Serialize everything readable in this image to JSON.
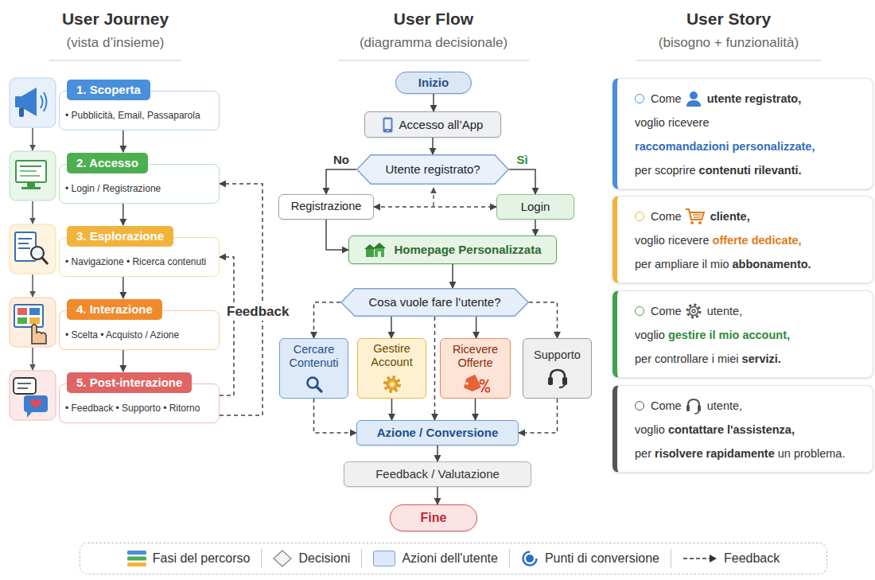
{
  "diagram": {
    "nodes": [
      {
        "text": [
          "1. Scoperta",
          "• Pubblicità, Email, Passaparola"
        ]
      },
      {
        "text": [
          "2. Accesso",
          "• Login / Registrazione"
        ]
      },
      {
        "text": [
          "3. Esplorazione",
          "• Navigazione • Ricerca contenuti"
        ]
      },
      {
        "text": [
          "4. Interazione",
          "• Scelta • Acquisto / Azione"
        ]
      },
      {
        "text": [
          "5. Post-interazione",
          "• Feedback • Supporto • Ritorno"
        ]
      },
      {
        "text": [
          "Inizio"
        ]
      },
      {
        "text": [
          "Accesso all’App"
        ]
      },
      {
        "text": [
          "Utente registrato?"
        ]
      },
      {
        "text": [
          "Registrazione"
        ]
      },
      {
        "text": [
          "Login"
        ]
      },
      {
        "text": [
          "Homepage Personalizzata"
        ]
      },
      {
        "text": [
          "Cosa vuole fare l’utente?"
        ]
      },
      {
        "text": [
          "Cercare Contenuti"
        ]
      },
      {
        "text": [
          "Gestire Account"
        ]
      },
      {
        "text": [
          "Ricevere Offerte"
        ]
      },
      {
        "text": [
          "Supporto"
        ]
      },
      {
        "text": [
          "Azione / Conversione"
        ]
      },
      {
        "text": [
          "Feedback / Valutazione"
        ]
      },
      {
        "text": [
          "Fine"
        ]
      },
      {
        "text": [
          "Come",
          "utente registrato,",
          "voglio ricevere",
          "raccomandazioni personalizzate,",
          "per scoprire",
          "contenuti rilevanti."
        ]
      },
      {
        "text": [
          "Come",
          "cliente,",
          "voglio ricevere",
          "offerte dedicate,",
          "per ampliare il mio",
          "abbonamento."
        ]
      },
      {
        "text": [
          "Come",
          "utente,",
          "voglio",
          "gestire il mio account,",
          "per controllare i miei",
          "servizi."
        ]
      },
      {
        "text": [
          "Come",
          "utente,",
          "voglio",
          "contattare l'assistenza,",
          "per",
          "risolvere rapidamente",
          "un problema."
        ]
      }
    ],
    "edges": [
      {
        "from": 0,
        "to": 1,
        "arrow": "to"
      },
      {
        "from": 1,
        "to": 2,
        "arrow": "to"
      },
      {
        "from": 2,
        "to": 3,
        "arrow": "to"
      },
      {
        "from": 3,
        "to": 4,
        "arrow": "to"
      },
      {
        "from": 4,
        "to": 2,
        "arrow": "to"
      },
      {
        "from": 4,
        "to": 1,
        "arrow": "to"
      },
      {
        "from": 5,
        "to": 6,
        "arrow": "to"
      },
      {
        "from": 6,
        "to": 7,
        "arrow": "to"
      },
      {
        "from": 7,
        "to": 8,
        "label": "No",
        "arrow": "to"
      },
      {
        "from": 7,
        "to": 9,
        "label": "Sì",
        "arrow": "to"
      },
      {
        "from": 8,
        "to": 9,
        "arrow": "both"
      },
      {
        "from": 8,
        "to": 10,
        "arrow": "to"
      },
      {
        "from": 9,
        "to": 10,
        "arrow": "to"
      },
      {
        "from": 10,
        "to": 11,
        "arrow": "to"
      },
      {
        "from": 11,
        "to": 12,
        "arrow": "to"
      },
      {
        "from": 11,
        "to": 13,
        "arrow": "to"
      },
      {
        "from": 11,
        "to": 14,
        "arrow": "to"
      },
      {
        "from": 11,
        "to": 15,
        "arrow": "to"
      },
      {
        "from": 11,
        "to": 16,
        "arrow": "to"
      },
      {
        "from": 12,
        "to": 16,
        "arrow": "to"
      },
      {
        "from": 13,
        "to": 16,
        "arrow": "to"
      },
      {
        "from": 14,
        "to": 16,
        "arrow": "to"
      },
      {
        "from": 15,
        "to": 16,
        "arrow": "to"
      },
      {
        "from": 16,
        "to": 17,
        "arrow": "to"
      },
      {
        "from": 17,
        "to": 18,
        "arrow": "to"
      }
    ],
    "labels": [
      "User Journey",
      "(vista d’insieme)",
      "User Flow",
      "(diagramma decisionale)",
      "User Story",
      "(bisogno + funzionalità)",
      "Feedback"
    ],
    "legend": [
      {
        "text": "Fasi del percorso"
      },
      {
        "text": "Decisioni"
      },
      {
        "text": "Azioni dell'utente",
        "color": "#dce8f7"
      },
      {
        "text": "Punti di conversione"
      },
      {
        "text": "Feedback"
      }
    ]
  }
}
